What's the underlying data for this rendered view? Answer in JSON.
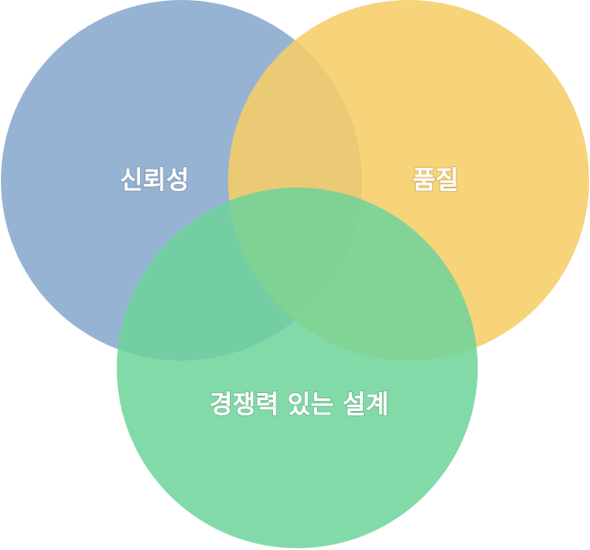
{
  "diagram": {
    "type": "venn",
    "sets": [
      {
        "label": "신뢰성",
        "color": "#8fadd1",
        "opacity": 0.93
      },
      {
        "label": "품질",
        "color": "#f6cd66",
        "opacity": 0.88
      },
      {
        "label": "경쟁력 있는 설계",
        "color": "#6cd39a",
        "opacity": 0.85
      }
    ]
  }
}
